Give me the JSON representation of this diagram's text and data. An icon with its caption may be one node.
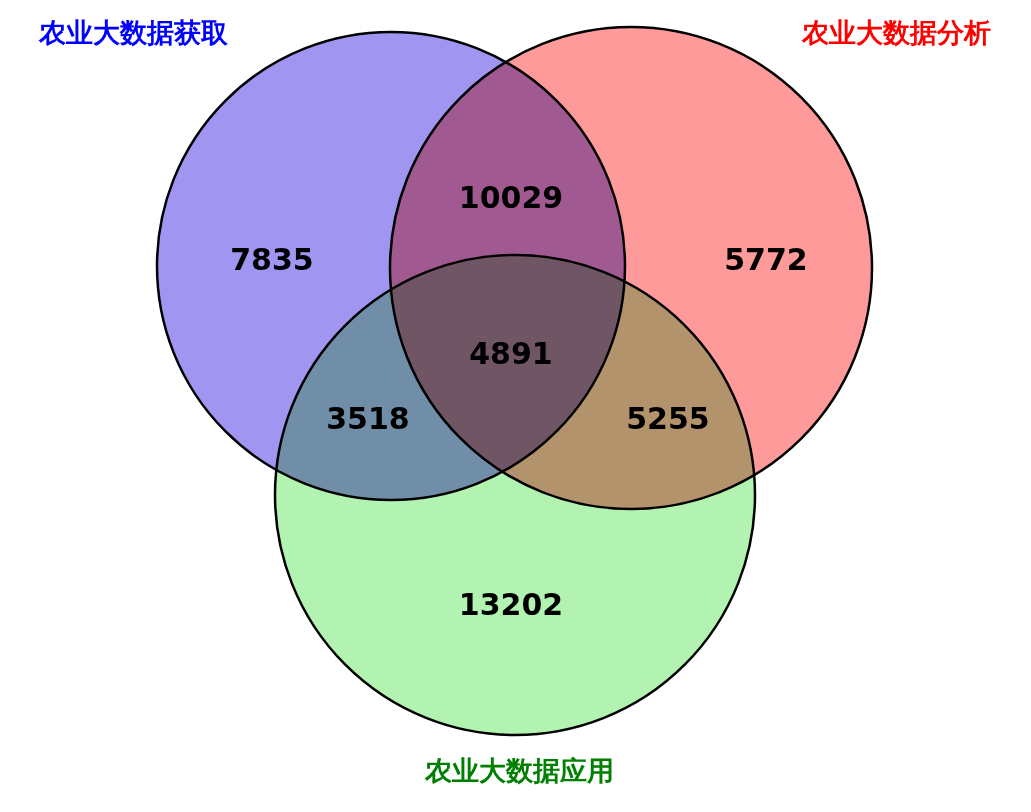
{
  "diagram": {
    "nodes": [
      {
        "text": [
          "农业大数据获取",
          "7835"
        ]
      },
      {
        "text": [
          "农业大数据分析",
          "5772"
        ]
      },
      {
        "text": [
          "13202",
          "农业大数据应用"
        ]
      }
    ],
    "labels": [
      "10029",
      "4891",
      "3518",
      "5255"
    ]
  }
}
